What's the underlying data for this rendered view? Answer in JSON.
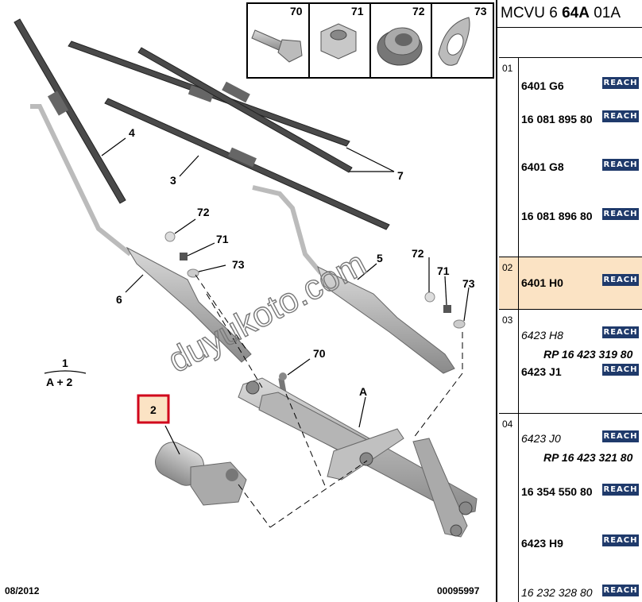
{
  "header": {
    "code_prefix": "MCVU 6 ",
    "code_bold": "64A",
    "code_suffix": " 01A"
  },
  "parts_box": [
    {
      "number": "70",
      "icon": "bolt-icon"
    },
    {
      "number": "71",
      "icon": "nut-icon"
    },
    {
      "number": "72",
      "icon": "cap-icon"
    },
    {
      "number": "73",
      "icon": "washer-icon"
    }
  ],
  "labels": {
    "l4": "4",
    "l3": "3",
    "l7": "7",
    "l6": "6",
    "l5": "5",
    "l72a": "72",
    "l71a": "71",
    "l73a": "73",
    "l72b": "72",
    "l71b": "71",
    "l73b": "73",
    "l70": "70",
    "lA": "A",
    "l1": "1",
    "lA2": "A + 2",
    "l2": "2"
  },
  "watermark": "duyukoto.com",
  "footer": {
    "date": "08/2012",
    "diagram_id": "00095997"
  },
  "groups": [
    {
      "index": "01",
      "refs": [
        {
          "text": "6401 G6",
          "style": "bold",
          "reach": "REACH"
        },
        {
          "text": "16 081 895 80",
          "style": "bold",
          "reach": "REACH"
        },
        {
          "text": "6401 G8",
          "style": "bold",
          "reach": "REACH"
        },
        {
          "text": "16 081 896 80",
          "style": "bold",
          "reach": "REACH"
        }
      ]
    },
    {
      "index": "02",
      "highlight": "#fbe3c4",
      "refs": [
        {
          "text": "6401 H0",
          "style": "bold",
          "reach": "REACH"
        }
      ]
    },
    {
      "index": "03",
      "refs": [
        {
          "text": "6423 H8",
          "style": "italic",
          "reach": "REACH"
        },
        {
          "text": "RP 16 423 319 80",
          "style": "italic-bold"
        },
        {
          "text": "6423 J1",
          "style": "bold",
          "reach": "REACH"
        }
      ]
    },
    {
      "index": "04",
      "refs": [
        {
          "text": "6423 J0",
          "style": "italic",
          "reach": "REACH"
        },
        {
          "text": "RP 16 423 321 80",
          "style": "italic-bold"
        },
        {
          "text": "16 354 550 80",
          "style": "bold",
          "reach": "REACH"
        },
        {
          "text": "6423 H9",
          "style": "bold",
          "reach": "REACH"
        },
        {
          "text": "16 232 328 80",
          "style": "italic",
          "reach": "REACH"
        }
      ]
    }
  ],
  "colors": {
    "highlight_box": "#d0021b",
    "highlight_fill": "#fbe3c4",
    "reach_badge": "#1f3a6b"
  }
}
